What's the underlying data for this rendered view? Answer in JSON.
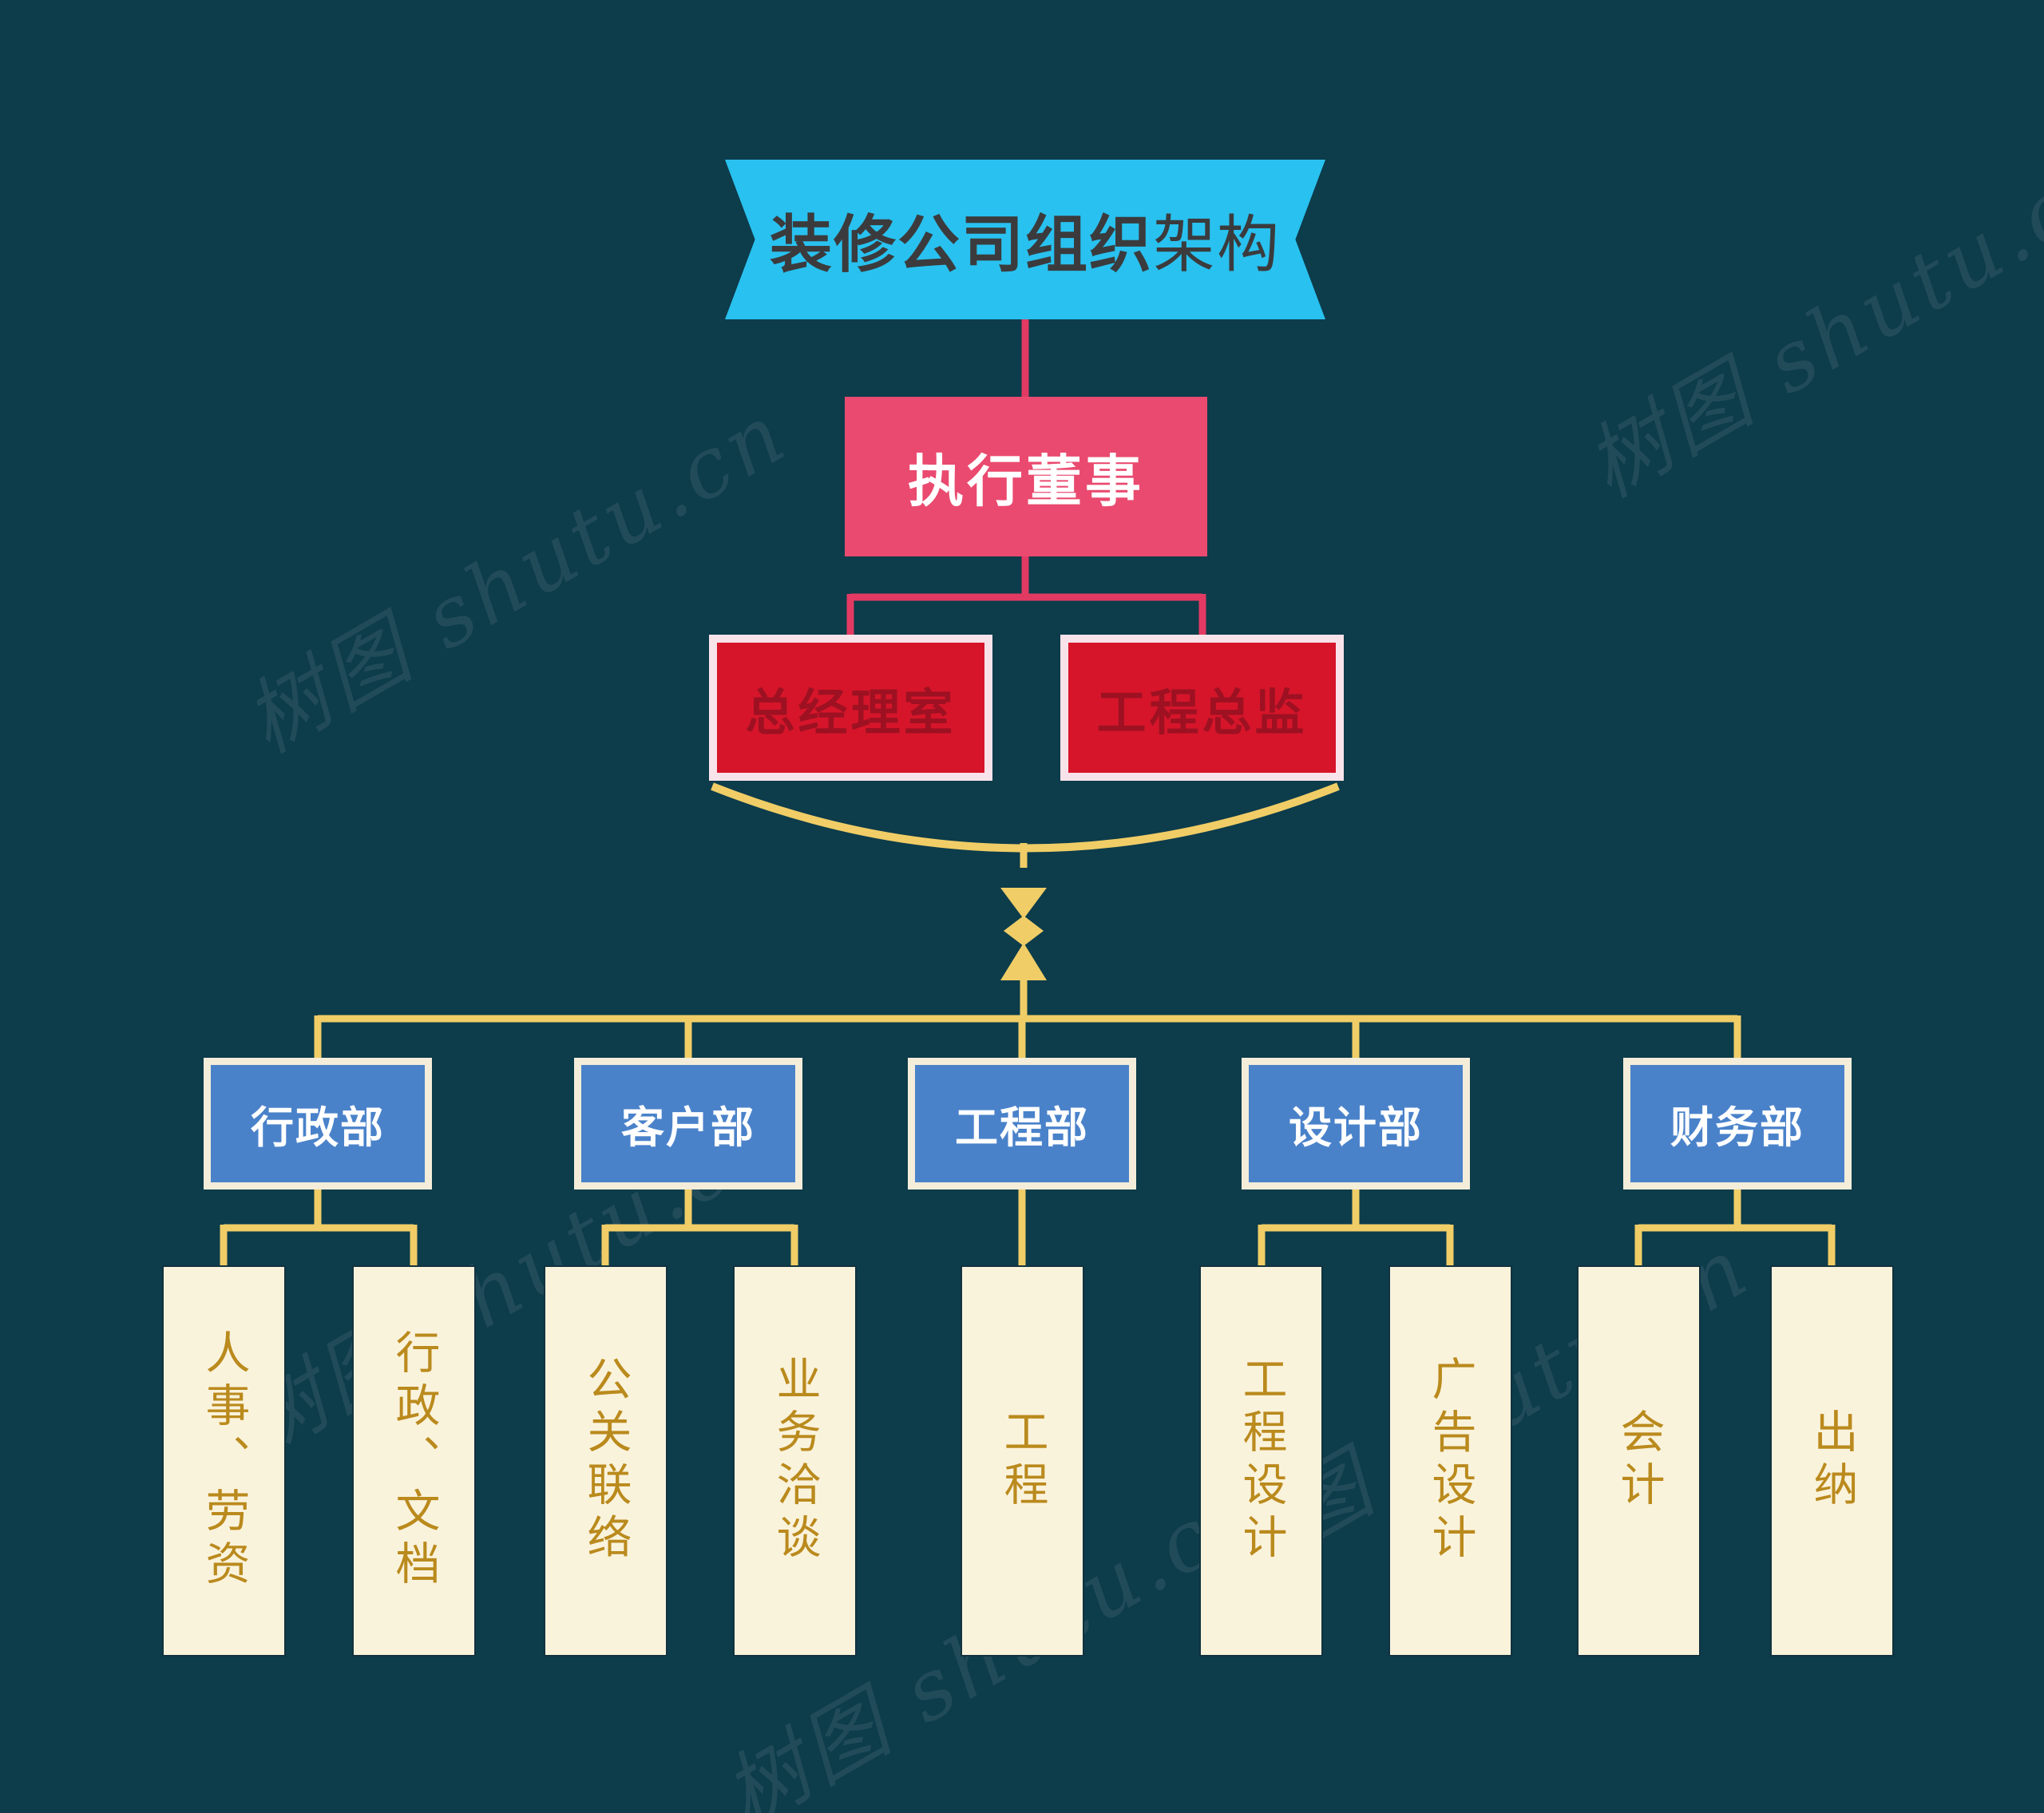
{
  "title": {
    "bold": "装修公司组织",
    "regular": "架构"
  },
  "root": {
    "label": "执行董事"
  },
  "offices": [
    {
      "label": "总经理室"
    },
    {
      "label": "工程总监"
    }
  ],
  "departments": [
    {
      "name": "行政部",
      "children": [
        {
          "label": "人事、劳资"
        },
        {
          "label": "行政、文档"
        }
      ]
    },
    {
      "name": "客户部",
      "children": [
        {
          "label": "公关联络"
        },
        {
          "label": "业务洽谈"
        }
      ]
    },
    {
      "name": "工程部",
      "children": [
        {
          "label": "工程"
        }
      ]
    },
    {
      "name": "设计部",
      "children": [
        {
          "label": "工程设计"
        },
        {
          "label": "广告设计"
        }
      ]
    },
    {
      "name": "财务部",
      "children": [
        {
          "label": "会计"
        },
        {
          "label": "出纳"
        }
      ]
    }
  ],
  "watermark": {
    "text": "树图 shutu.cn"
  },
  "colors": {
    "background": "#0d3c4b",
    "banner": "#29c1ef",
    "banner_text": "#3b3b3d",
    "root_fill": "#ea4a6f",
    "root_line": "#e23a62",
    "office_fill": "#d6152a",
    "office_border": "#f8e3ea",
    "office_text": "#9d1122",
    "dept_fill": "#4a82ca",
    "dept_border": "#f3edda",
    "leaf_fill": "#faf3dc",
    "leaf_text": "#ba8a1d",
    "gold_line": "#f0cd66"
  }
}
